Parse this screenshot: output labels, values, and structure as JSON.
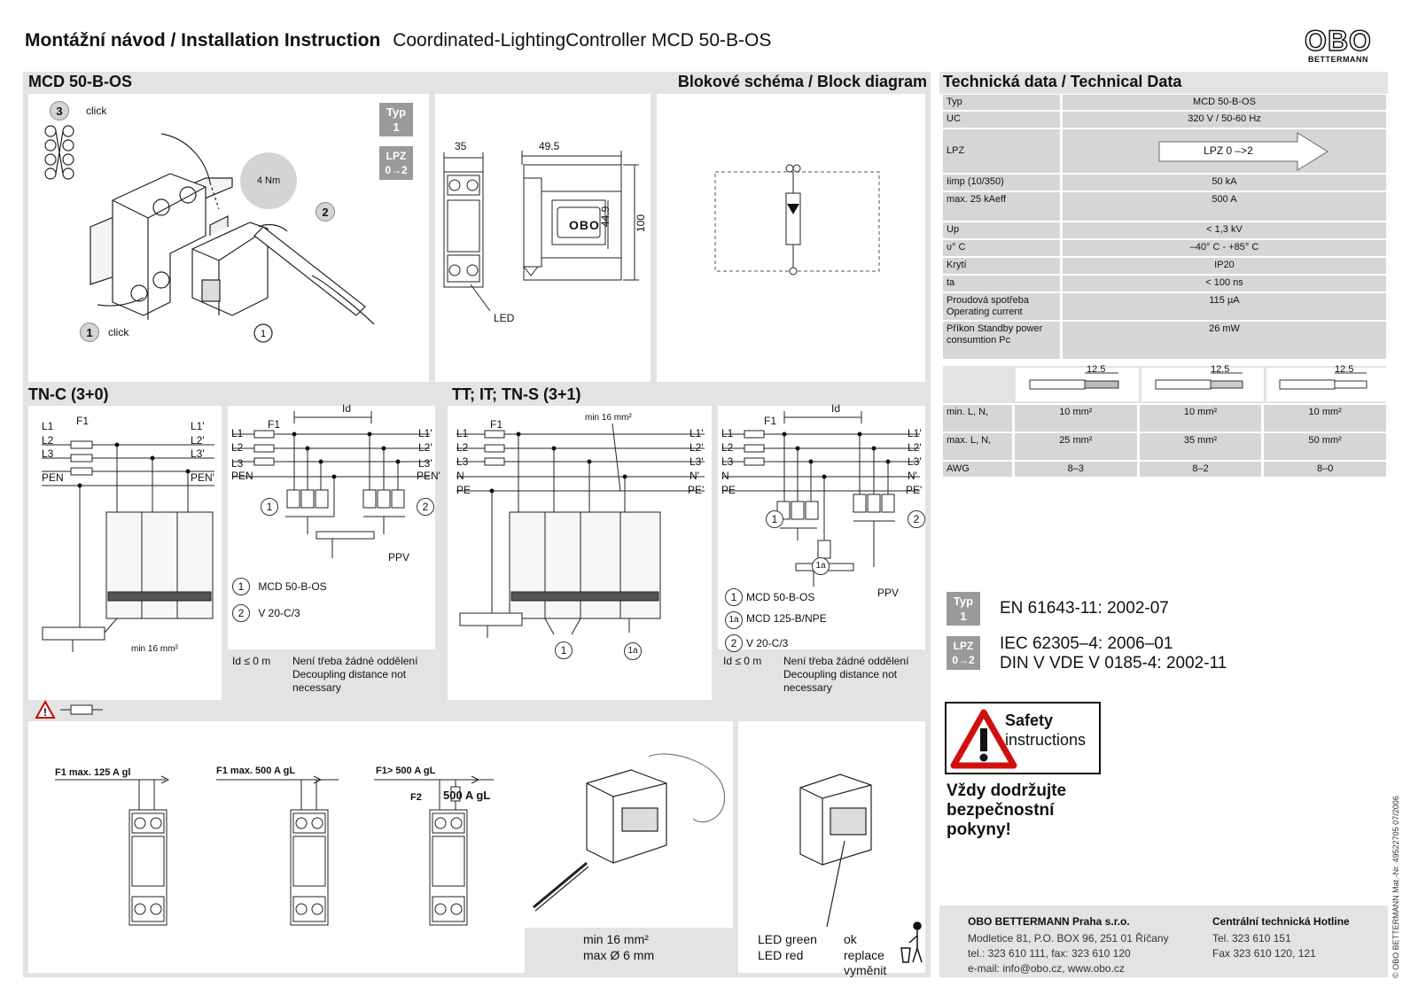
{
  "header": {
    "title_bold": "Montážní návod / Installation Instruction",
    "title_light": "Coordinated-LightingController MCD 50-B-OS",
    "logo": "OBO",
    "logo_sub": "BETTERMANN"
  },
  "sections": {
    "product": "MCD 50-B-OS",
    "block_diagram": "Blokové schéma / Block diagram",
    "tech_data": "Technická data / Technical Data",
    "tnc": "TN-C (3+0)",
    "tt": "TT; IT; TN-S (3+1)"
  },
  "install": {
    "step3_click": "click",
    "step1_click": "click",
    "step1": "1",
    "step2": "2",
    "step3": "3",
    "torque": "4 Nm",
    "badge_typ": "Typ",
    "badge_typ_num": "1",
    "badge_lpz": "LPZ",
    "badge_lpz_range": "0→2"
  },
  "dims": {
    "w1": "35",
    "w2": "49.5",
    "h1": "44.9",
    "h2": "100",
    "led": "LED"
  },
  "tech_rows": [
    {
      "k": "Typ",
      "v": "MCD 50-B-OS"
    },
    {
      "k": "UC",
      "v": "320 V / 50-60 Hz"
    },
    {
      "k": "LPZ",
      "v": "LPZ 0 –>2"
    },
    {
      "k": "Iimp (10/350)",
      "v": "50 kA"
    },
    {
      "k": "max. 25 kAeff",
      "v": "500 A"
    },
    {
      "k": "Up",
      "v": "< 1,3 kV"
    },
    {
      "k": "υ° C",
      "v": "–40° C - +85° C"
    },
    {
      "k": "Krytí",
      "v": "IP20"
    },
    {
      "k": "ta",
      "v": "< 100 ns"
    },
    {
      "k": "Proudová spotřeba Operating current",
      "v": "115 µA"
    },
    {
      "k": "Příkon Standby power consumtion Pc",
      "v": "26 mW"
    }
  ],
  "cable": {
    "strip": "12.5",
    "min_label": "min. L, N,",
    "max_label": "max. L, N,",
    "awg_label": "AWG",
    "min": [
      "10 mm²",
      "10 mm²",
      "10 mm²"
    ],
    "max": [
      "25 mm²",
      "35 mm²",
      "50 mm²"
    ],
    "awg": [
      "8–3",
      "8–2",
      "8–0"
    ]
  },
  "tnc_wiring": {
    "lines_in": [
      "L1",
      "L2",
      "L3",
      "PEN"
    ],
    "lines_out": [
      "L1'",
      "L2'",
      "L3'",
      "PEN'"
    ],
    "fuse": "F1",
    "min_wire": "min 16 mm²"
  },
  "tnc_schema": {
    "lines_in": [
      "L1",
      "L2",
      "L3",
      "PEN"
    ],
    "lines_out": [
      "L1'",
      "L2'",
      "L3'",
      "PEN'"
    ],
    "fuse": "F1",
    "id": "Id",
    "ppv": "PPV",
    "c1": "1",
    "c2": "2",
    "legend1": "MCD 50-B-OS",
    "legend2": "V 20-C/3",
    "id_dist": "Id ≤ 0 m",
    "note1": "Není třeba žádné oddělení",
    "note2": "Decoupling distance not necessary"
  },
  "tt_wiring": {
    "lines_in": [
      "L1",
      "L2",
      "L3",
      "N",
      "PE"
    ],
    "lines_out": [
      "L1'",
      "L2'",
      "L3'",
      "N'",
      "PE'"
    ],
    "fuse": "F1",
    "min_wire": "min 16 mm²",
    "c1": "1",
    "c1a": "1a"
  },
  "tt_schema": {
    "lines_in": [
      "L1",
      "L2",
      "L3",
      "N",
      "PE"
    ],
    "lines_out": [
      "L1'",
      "L2'",
      "L3'",
      "N'",
      "PE'"
    ],
    "fuse": "F1",
    "id": "Id",
    "ppv": "PPV",
    "c1": "1",
    "c1a": "1a",
    "c2": "2",
    "legend1": "MCD 50-B-OS",
    "legend1a": "MCD 125-B/NPE",
    "legend2": "V 20-C/3",
    "id_dist": "Id ≤ 0 m",
    "note1": "Není třeba žádné oddělení",
    "note2": "Decoupling distance not necessary"
  },
  "fuses": {
    "f1": "F1 max. 125 A gl",
    "f2": "F1 max. 500 A gL",
    "f3": "F1> 500 A gL",
    "f3b": "F2",
    "f3c": "500 A gL"
  },
  "grounding": {
    "min": "min 16 mm²",
    "max": "max Ø 6 mm"
  },
  "led_status": {
    "green": "LED green",
    "red": "LED red",
    "ok": "ok",
    "replace": "replace",
    "vymenit": "vyměnit"
  },
  "standards": {
    "typ": "Typ",
    "typ_num": "1",
    "lpz": "LPZ",
    "lpz_range": "0→2",
    "en": "EN 61643-11: 2002-07",
    "iec": "IEC 62305–4: 2006–01",
    "din": "DIN V VDE V 0185-4: 2002-11"
  },
  "safety": {
    "title1": "Safety",
    "title2": "instructions",
    "cz1": "Vždy dodržujte",
    "cz2": "bezpečnostní",
    "cz3": "pokyny!"
  },
  "footer": {
    "company": "OBO BETTERMANN Praha s.r.o.",
    "addr1": "Modletice 81, P.O. BOX 96, 251 01 Říčany",
    "addr2": "tel.: 323 610 111, fax: 323 610 120",
    "addr3": "e-mail: info@obo.cz, www.obo.cz",
    "hotline": "Centrální technická Hotline",
    "tel": "Tel. 323 610 151",
    "fax": "Fax 323 610 120, 121",
    "side": "© OBO BETTERMANN  Mat.-Nr. 49522705 07/2006"
  }
}
